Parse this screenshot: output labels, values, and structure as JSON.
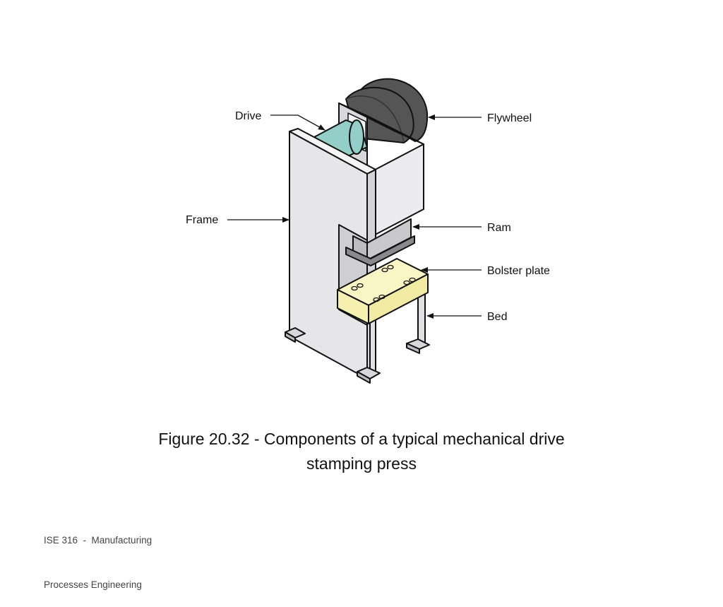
{
  "labels": {
    "drive": "Drive",
    "flywheel": "Flywheel",
    "frame": "Frame",
    "ram": "Ram",
    "bolster_plate": "Bolster plate",
    "bed": "Bed"
  },
  "caption": {
    "line1": "Figure 20.32 - Components of a typical mechanical drive",
    "line2": "stamping press"
  },
  "footer": {
    "line1": "ISE 316  -  Manufacturing",
    "line2": "Processes Engineering"
  },
  "colors": {
    "frame": "#e6e6e8",
    "flywheel": "#555555",
    "drive": "#93cec8",
    "ram": "#c9c9cb",
    "bolster": "#f5f0b0",
    "outline": "#111111"
  }
}
